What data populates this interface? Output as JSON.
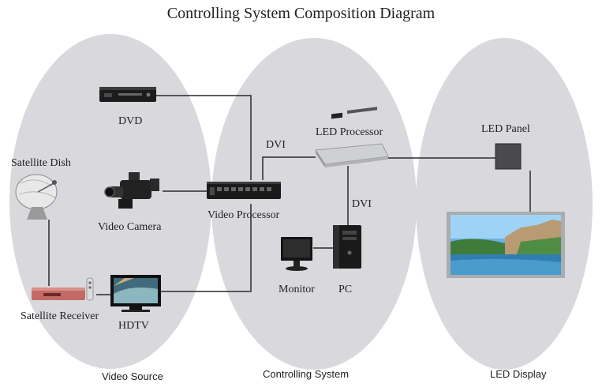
{
  "title": "Controlling System Composition Diagram",
  "sections": {
    "video_source": "Video Source",
    "controlling_system": "Controlling System",
    "led_display": "LED Display"
  },
  "devices": {
    "dvd": "DVD",
    "satellite_dish": "Satellite Dish",
    "video_camera": "Video Camera",
    "satellite_receiver": "Satellite Receiver",
    "hdtv": "HDTV",
    "video_processor": "Video Processor",
    "led_processor": "LED Processor",
    "monitor": "Monitor",
    "pc": "PC",
    "led_panel": "LED Panel"
  },
  "connections": {
    "dvi_top": "DVI",
    "dvi_right": "DVI"
  },
  "colors": {
    "ellipse": "#d9d9dd",
    "line": "#2a2a2a",
    "device_dark": "#1c1c1c"
  }
}
